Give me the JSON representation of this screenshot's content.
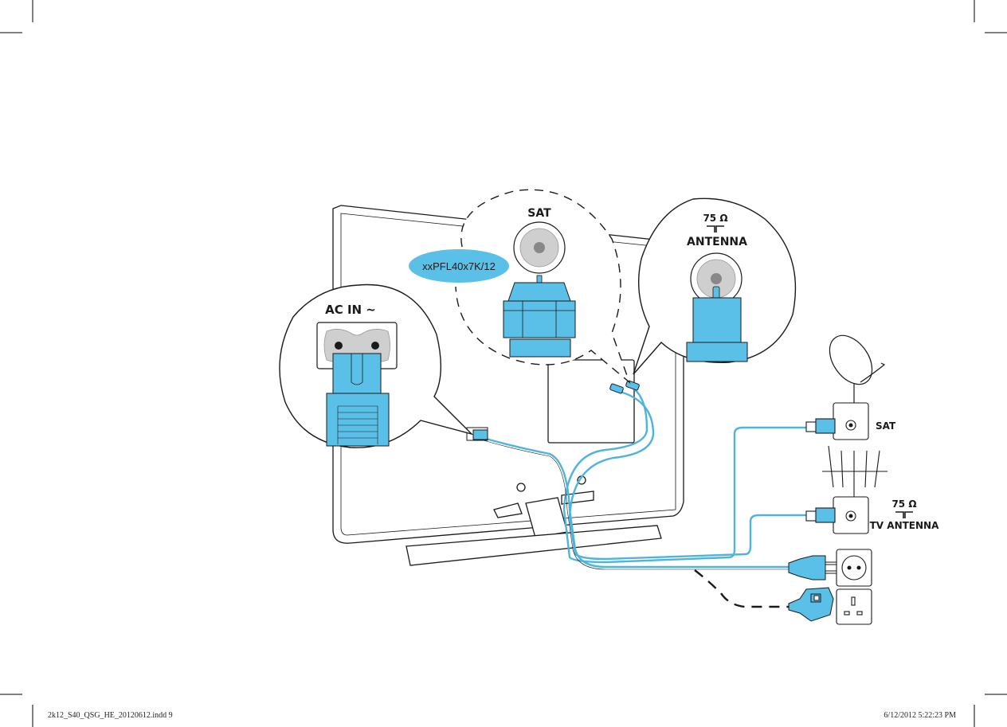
{
  "labels": {
    "sat_zoom": "SAT",
    "antenna_ohm": "75 Ω",
    "antenna_zoom": "ANTENNA",
    "model_badge": "xxPFL40x7K/12",
    "ac_in": "AC IN ~",
    "sat_wall": "SAT",
    "tv_antenna_ohm": "75 Ω",
    "tv_antenna": "TV ANTENNA"
  },
  "footer": {
    "file": "2k12_S40_QSG_HE_20120612.indd   9",
    "timestamp": "6/12/2012   5:22:23 PM"
  },
  "colors": {
    "accent_blue": "#5bc0e8",
    "cable_blue": "#4fb4dc",
    "grey_socket": "#cfcfcf",
    "line": "#1a1a1a"
  },
  "icons": [
    "tv-back-panel",
    "satellite-dish-icon",
    "tv-antenna-icon",
    "wall-socket-icon",
    "eu-plug-icon",
    "uk-plug-icon",
    "coax-connector-icon",
    "power-connector-icon"
  ]
}
